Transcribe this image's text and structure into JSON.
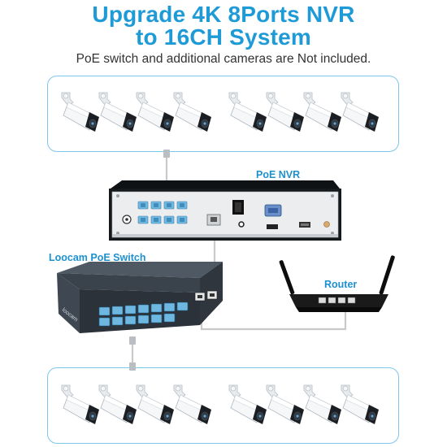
{
  "headline": {
    "line1": "Upgrade 4K 8Ports NVR",
    "line2": "to 16CH System"
  },
  "subtitle": "PoE switch and additional cameras are Not included.",
  "labels": {
    "nvr": "PoE NVR",
    "switch": "Loocam PoE Switch",
    "router": "Router"
  },
  "switch_brand": "loocam",
  "colors": {
    "accent": "#1e9ad6",
    "cable": "#c9c9c9",
    "port_blue": "#6db7e0",
    "device_dark": "#1e2226"
  },
  "icons": [
    "bullet-camera-icon",
    "network-cable-icon",
    "wifi-router-icon",
    "poe-switch-icon",
    "nvr-icon"
  ]
}
